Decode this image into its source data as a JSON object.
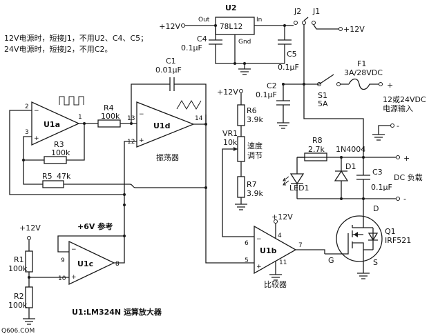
{
  "notes": {
    "line1": "12V电源时，短接J1，不用U2、C4、C5；",
    "line2": "24V电源时，短接J2，不用C2。"
  },
  "regulator": {
    "name": "U2",
    "part": "78L12",
    "pin_out": "Out",
    "pin_in": "In",
    "pin_gnd": "Gnd"
  },
  "supply": {
    "plus12_a": "+12V",
    "plus12_b": "+12V",
    "plus12_c": "+12V",
    "plus12_d": "+12V",
    "plus12_e": "+12V"
  },
  "jumpers": {
    "j1": "J1",
    "j2": "J2"
  },
  "caps": {
    "c4_name": "C4",
    "c4_val": "0.1μF",
    "c5_name": "C5",
    "c5_val": "0.1μF",
    "c1_name": "C1",
    "c1_val": "0.01μF",
    "c2_name": "C2",
    "c2_val": "0.1μF",
    "c3_name": "C3",
    "c3_val": "0.1μF"
  },
  "fuse": {
    "name": "F1",
    "rating": "3A/28VDC"
  },
  "switch": {
    "name": "S1",
    "rating": "5A"
  },
  "input_label": {
    "line1": "12或24VDC",
    "line2": "电源输入"
  },
  "resistors": {
    "r1_name": "R1",
    "r1_val": "100k",
    "r2_name": "R2",
    "r2_val": "100k",
    "r3_name": "R3",
    "r3_val": "100k",
    "r4_name": "R4",
    "r4_val": "100k",
    "r5_name": "R5",
    "r5_val": "47k",
    "r6_name": "R6",
    "r6_val": "3.9k",
    "r7_name": "R7",
    "r7_val": "3.9k",
    "r8_name": "R8",
    "r8_val": "2.7k",
    "vr1_name": "VR1",
    "vr1_val": "10k"
  },
  "opamps": {
    "u1a": "U1a",
    "u1b": "U1b",
    "u1c": "U1c",
    "u1d": "U1d",
    "osc_label": "振荡器",
    "cmp_label": "比较器",
    "ref_label": "+6V 参考",
    "pins": {
      "p2": "2",
      "p3": "3",
      "p1": "1",
      "p13": "13",
      "p12": "12",
      "p14": "14",
      "p9": "9",
      "p10": "10",
      "p8": "8",
      "p6": "6",
      "p5": "5",
      "p7": "7",
      "p4": "4",
      "p11": "11"
    }
  },
  "speed": {
    "line1": "速度",
    "line2": "调节"
  },
  "diode": {
    "name": "D1",
    "part": "1N4004"
  },
  "led": {
    "name": "LED1"
  },
  "load": {
    "label": "DC 负载"
  },
  "mosfet": {
    "name": "Q1",
    "part": "IRF521",
    "g": "G",
    "d": "D",
    "s": "S"
  },
  "footer": {
    "u1_note": "U1:LM324N 运算放大器",
    "watermark": "Q606.COM"
  },
  "polarity": {
    "plus1": "+",
    "minus1": "-",
    "plus2": "+",
    "minus2": "-"
  }
}
